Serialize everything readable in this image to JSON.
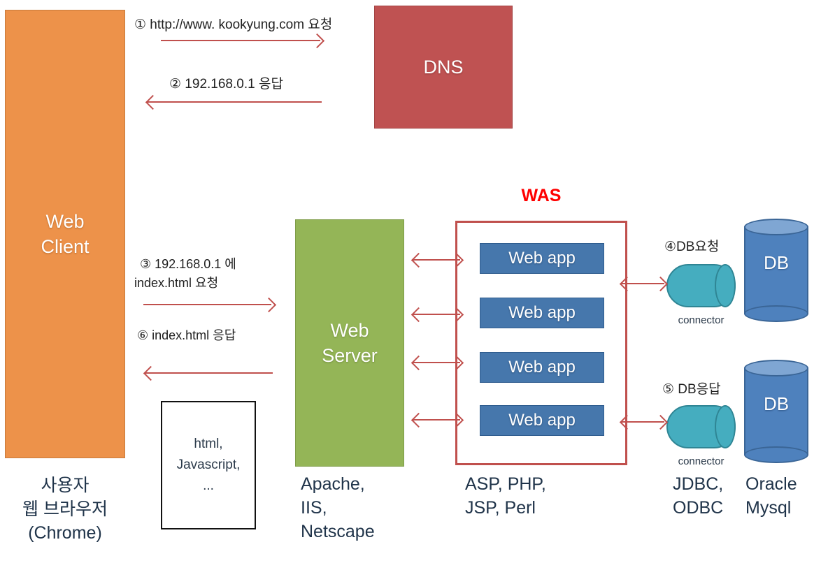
{
  "diagram": {
    "title": "Web architecture request flow",
    "colors": {
      "client": "#ED924A",
      "dns": "#BF5252",
      "web_server": "#94B557",
      "web_app": "#4677AC",
      "was_border": "#C0504D",
      "was_title": "#FF0000",
      "db": "#4E81BD",
      "connector": "#45ADBF",
      "arrow": "#C0504D"
    }
  },
  "nodes": {
    "client": {
      "label": "Web\nClient",
      "line1": "Web",
      "line2": "Client"
    },
    "dns": {
      "label": "DNS"
    },
    "web_server": {
      "line1": "Web",
      "line2": "Server"
    },
    "artifact_box": {
      "line1": "html,",
      "line2": "Javascript,",
      "line3": "..."
    },
    "was": {
      "title": "WAS"
    },
    "web_apps": [
      {
        "label": "Web app"
      },
      {
        "label": "Web app"
      },
      {
        "label": "Web app"
      },
      {
        "label": "Web app"
      }
    ],
    "connectors": [
      {
        "label": "connector"
      },
      {
        "label": "connector"
      }
    ],
    "databases": [
      {
        "label": "DB"
      },
      {
        "label": "DB"
      }
    ]
  },
  "steps": [
    {
      "id": 1,
      "text": "① http://www. kookyung.com 요청"
    },
    {
      "id": 2,
      "text": "② 192.168.0.1 응답"
    },
    {
      "id": 3,
      "text_line1": "③ 192.168.0.1 에",
      "text_line2": "index.html 요청"
    },
    {
      "id": 4,
      "text": "④DB요청"
    },
    {
      "id": 5,
      "text": "⑤ DB응답"
    },
    {
      "id": 6,
      "text": "⑥ index.html 응답"
    }
  ],
  "captions": {
    "client": {
      "line1": "사용자",
      "line2": "웹 브라우저",
      "line3": "(Chrome)"
    },
    "web_server": {
      "line1": "Apache,",
      "line2": "IIS,",
      "line3": "Netscape"
    },
    "was": {
      "line1": "ASP, PHP,",
      "line2": "JSP, Perl"
    },
    "connector": {
      "line1": "JDBC,",
      "line2": "ODBC"
    },
    "database": {
      "line1": "Oracle",
      "line2": "Mysql"
    }
  }
}
